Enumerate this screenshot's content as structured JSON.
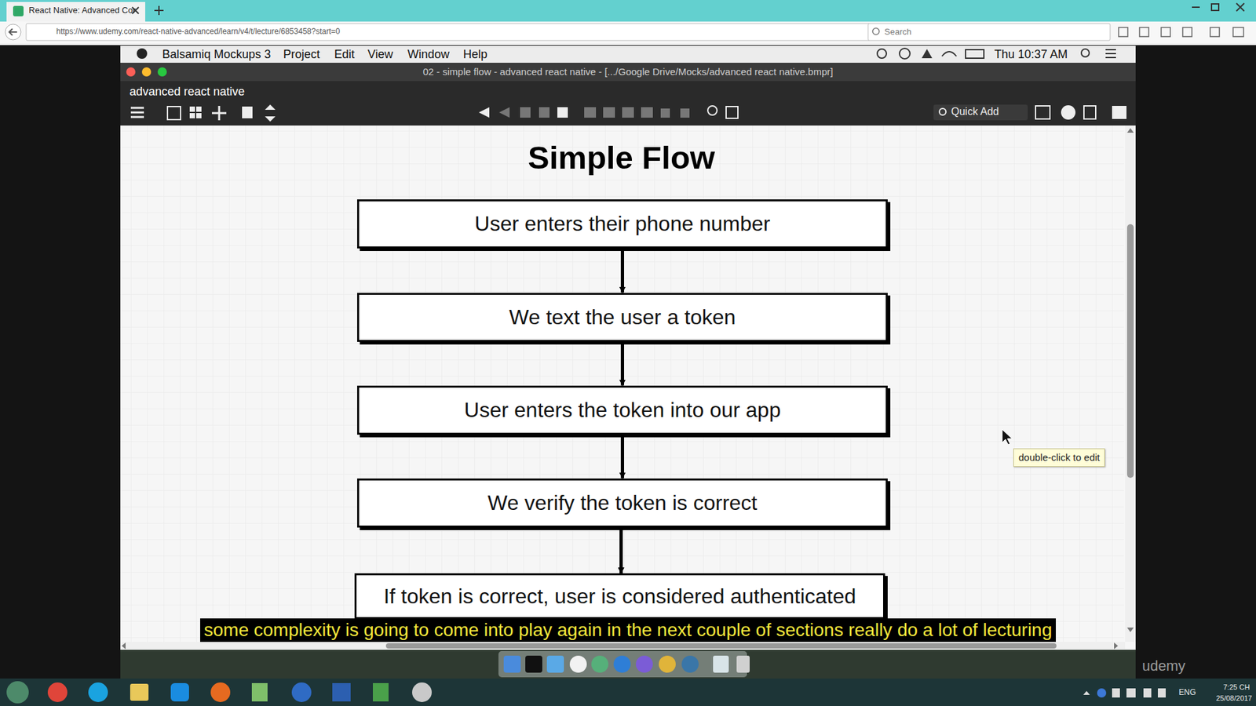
{
  "diagram": {
    "title": "Simple Flow",
    "nodes": [
      {
        "text": [
          "User enters their phone number"
        ]
      },
      {
        "text": [
          "We text the user a token"
        ]
      },
      {
        "text": [
          "User enters the token into our app"
        ]
      },
      {
        "text": [
          "We verify the token is correct"
        ]
      },
      {
        "text": [
          "If token is correct, user is considered authenticated"
        ]
      }
    ],
    "edges": [
      {
        "from": 0,
        "to": 1,
        "arrow": "to"
      },
      {
        "from": 1,
        "to": 2,
        "arrow": "to"
      },
      {
        "from": 2,
        "to": 3,
        "arrow": "to"
      },
      {
        "from": 3,
        "to": 4,
        "arrow": "to"
      }
    ],
    "labels": [
      "React Native: Advanced Cor",
      "https://www.udemy.com/react-native-advanced/learn/v4/t/lecture/6853458?start=0",
      "Search",
      "Balsamiq Mockups 3",
      "Project",
      "Edit",
      "View",
      "Window",
      "Help",
      "Thu 10:37 AM",
      "02 - simple flow - advanced react native - [.../Google Drive/Mocks/advanced react native.bmpr]",
      "advanced react native",
      "Quick Add",
      "double-click to edit",
      "some complexity is going to come into play again in the next couple of sections really do a lot of lecturing",
      "udemy",
      "ENG",
      "7:25 CH",
      "25/08/2017"
    ]
  }
}
